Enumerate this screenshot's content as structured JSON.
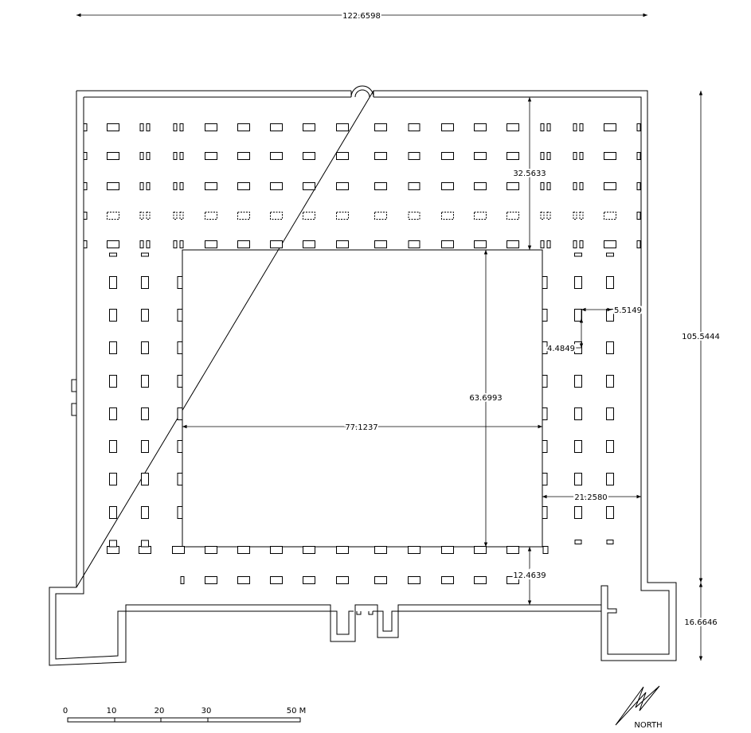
{
  "dimensions": {
    "total_width": "122.6598",
    "total_height": "105.5444",
    "north_depth": "32.5633",
    "courtyard_height": "63.6993",
    "courtyard_width": "77.1237",
    "east_depth": "21.2580",
    "pier_spacing_x": "5.5149",
    "pier_spacing_y": "4.4849",
    "south_depth": "12.4639",
    "wall_offset": "16.6646"
  },
  "scale_bar": {
    "labels": [
      "0",
      "10",
      "20",
      "30",
      "50 M"
    ]
  },
  "north_label": "NORTH"
}
